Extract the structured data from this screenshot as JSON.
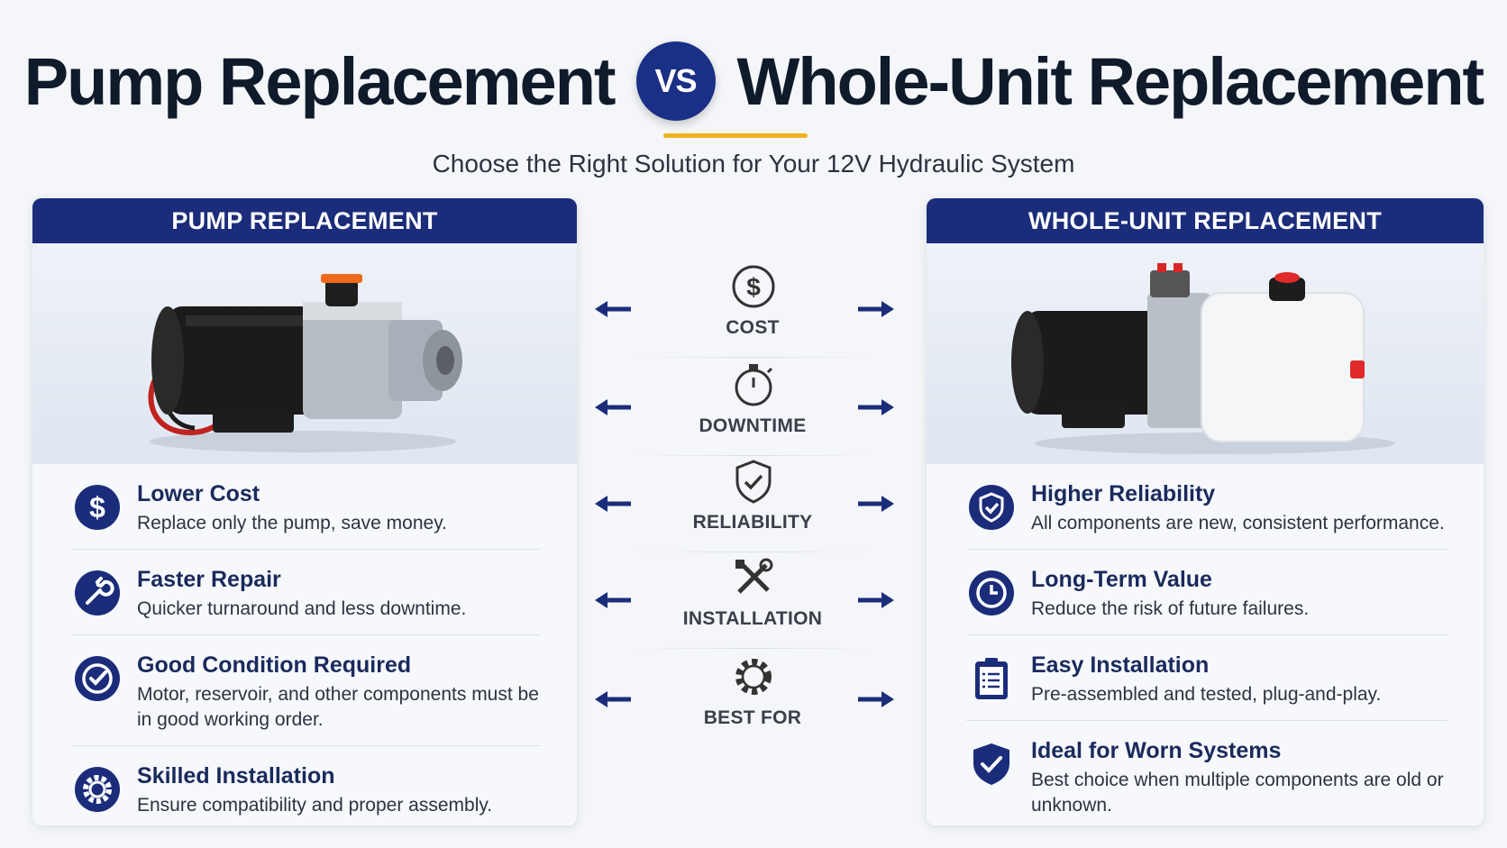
{
  "title": {
    "left": "Pump Replacement",
    "vs": "VS",
    "right": "Whole-Unit Replacement"
  },
  "subtitle": "Choose the Right Solution for Your 12V Hydraulic System",
  "colors": {
    "navy": "#1b2d7a",
    "gold": "#f0b21c",
    "accent_red": "#e02a2a"
  },
  "left_panel": {
    "header": "PUMP REPLACEMENT",
    "image": "pump-motor-image",
    "items": [
      {
        "icon": "dollar-icon",
        "title": "Lower Cost",
        "desc": "Replace only the pump, save money."
      },
      {
        "icon": "wrench-icon",
        "title": "Faster Repair",
        "desc": "Quicker turnaround and less downtime."
      },
      {
        "icon": "check-circle-icon",
        "title": "Good Condition Required",
        "desc": "Motor, reservoir, and other components must be in good working order."
      },
      {
        "icon": "gear-icon",
        "title": "Skilled Installation",
        "desc": "Ensure compatibility and proper assembly."
      }
    ]
  },
  "right_panel": {
    "header": "WHOLE-UNIT REPLACEMENT",
    "image": "hydraulic-power-unit-image",
    "items": [
      {
        "icon": "shield-check-icon",
        "title": "Higher Reliability",
        "desc": "All components are new, consistent performance."
      },
      {
        "icon": "clock-icon",
        "title": "Long-Term Value",
        "desc": "Reduce the risk of future failures."
      },
      {
        "icon": "clipboard-icon",
        "title": "Easy Installation",
        "desc": "Pre-assembled and tested, plug-and-play."
      },
      {
        "icon": "shield-icon",
        "title": "Ideal for Worn Systems",
        "desc": "Best choice when multiple components are old or unknown."
      }
    ]
  },
  "criteria": [
    {
      "icon": "dollar-icon",
      "label": "COST"
    },
    {
      "icon": "stopwatch-icon",
      "label": "DOWNTIME"
    },
    {
      "icon": "shield-check-icon",
      "label": "RELIABILITY"
    },
    {
      "icon": "tools-icon",
      "label": "INSTALLATION"
    },
    {
      "icon": "gear-outline-icon",
      "label": "BEST FOR"
    }
  ]
}
